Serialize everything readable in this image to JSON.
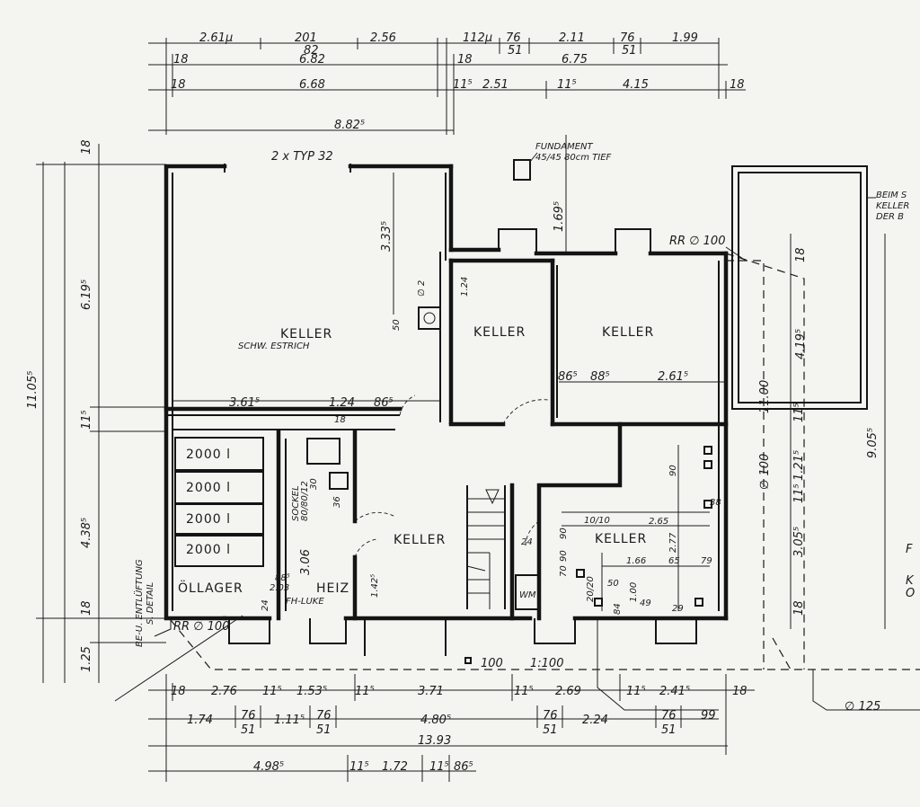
{
  "plan": {
    "top_dims_row1": [
      "2.61µ",
      "201",
      "2.56",
      "112µ",
      "76",
      "2.11",
      "76",
      "1.99"
    ],
    "top_dims_row1b": [
      "82",
      "51",
      "51"
    ],
    "top_dims_row2": [
      "18",
      "6.82",
      "18",
      "6.75"
    ],
    "top_dims_row3": [
      "18",
      "6.68",
      "11⁵",
      "2.51",
      "11⁵",
      "4.15",
      "18"
    ],
    "top_total": "8.82⁵",
    "window_label": "2 x TYP 32",
    "foundation_label": [
      "FUNDAMENT",
      "45/45  80cm TIEF"
    ],
    "pipe_label": "RR ∅ 100",
    "note_right": [
      "BEIM S",
      "KELLER",
      "DER B"
    ],
    "left_dims": [
      "18",
      "6.19⁵",
      "11.05⁵",
      "11⁵",
      "4.38⁵",
      "18",
      "1.25"
    ],
    "interior_dims": [
      "3.33⁵",
      "1.69⁵",
      "1.24",
      "3.61⁵",
      "1.24",
      "86⁵",
      "18",
      "86⁵",
      "88⁵",
      "2.61⁵",
      "∅ 2",
      "50"
    ],
    "right_dims": [
      "18",
      "4.19⁵",
      "∅ 100",
      "11⁵",
      "1.21⁵",
      "11⁵",
      "3.05⁵",
      "18",
      "9.05⁵",
      "11.00"
    ],
    "rooms": {
      "keller1": "KELLER",
      "keller1_sub": "SCHW. ESTRICH",
      "keller2": "KELLER",
      "keller3": "KELLER",
      "keller4": "KELLER",
      "keller5": "KELLER",
      "oellager": "ÖLLAGER",
      "heiz": "HEIZ"
    },
    "tanks": [
      "2000 l",
      "2000 l",
      "2000 l",
      "2000 l"
    ],
    "heiz_dims": [
      "SOCKEL",
      "80/80/12",
      "30",
      "36",
      "3.06",
      "88⁵",
      "2.03",
      "FH-LUKE",
      "1.42⁵",
      "24"
    ],
    "keller5_dims": [
      "10/10",
      "2.65",
      "2.77",
      "90",
      "90",
      "70",
      "1.66",
      "65",
      "79",
      "20/20",
      "50",
      "1.00",
      "49",
      "84",
      "24",
      "29",
      "38",
      "90",
      "WM"
    ],
    "lower_left_note": [
      "BE-U. ENTLÜFTUNG",
      "S. DETAIL"
    ],
    "rr_left": "RR ∅ 100",
    "scale_labels": [
      "100",
      "1:100"
    ],
    "bottom_dims_row1": [
      "18",
      "2.76",
      "11⁵",
      "1.53⁵",
      "11⁵",
      "3.71",
      "11⁵",
      "2.69",
      "11⁵",
      "2.41⁵",
      "18"
    ],
    "bottom_dims_row2": [
      "1.74",
      "76",
      "1.11⁵",
      "76",
      "4.80⁵",
      "76",
      "2.24",
      "76",
      "99"
    ],
    "bottom_dims_row2b": [
      "51",
      "51",
      "51",
      "51"
    ],
    "bottom_total": "13.93",
    "bottom_dims_row4": [
      "4.98⁵",
      "11⁵",
      "1.72",
      "11⁵",
      "86⁵"
    ],
    "pipe_bottom": "∅ 125",
    "edge_right": [
      "F",
      "K",
      "O"
    ]
  }
}
